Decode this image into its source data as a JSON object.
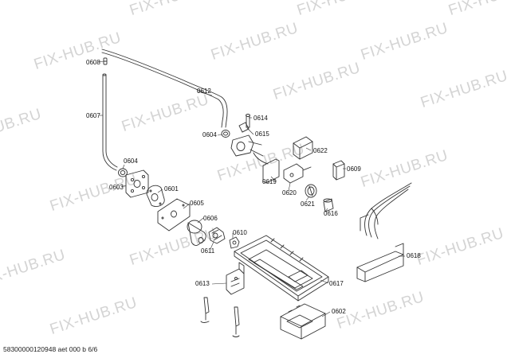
{
  "watermark_text": "FIX-HUB.RU",
  "part_labels": [
    "0608",
    "0612",
    "0607",
    "0614",
    "0604",
    "0615",
    "0622",
    "0604",
    "0603",
    "0601",
    "0609",
    "0619",
    "0620",
    "0621",
    "0616",
    "0605",
    "0606",
    "0610",
    "0611",
    "0618",
    "0613",
    "0617",
    "0602"
  ],
  "footer_text": "58300000120948 aet 000 b 6/6",
  "colors": {
    "line": "#333333",
    "watermark": "#d4d4d4",
    "background": "#ffffff"
  }
}
